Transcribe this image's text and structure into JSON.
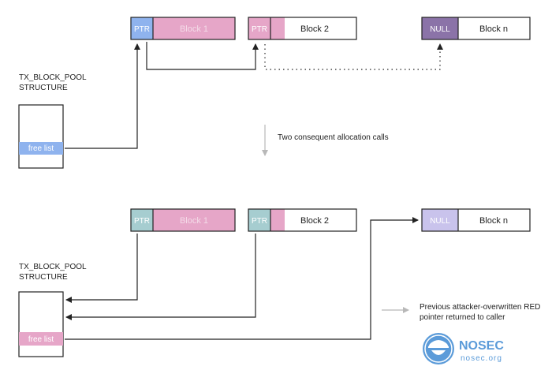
{
  "top": {
    "struct_label_line1": "TX_BLOCK_POOL",
    "struct_label_line2": "STRUCTURE",
    "free_list": "free list",
    "block1_ptr": "PTR",
    "block1_label": "Block 1",
    "block2_ptr": "PTR",
    "block2_label": "Block 2",
    "blockn_ptr": "NULL",
    "blockn_label": "Block n"
  },
  "transition": {
    "label": "Two consequent allocation calls"
  },
  "bottom": {
    "struct_label_line1": "TX_BLOCK_POOL",
    "struct_label_line2": "STRUCTURE",
    "free_list": "free list",
    "block1_ptr": "PTR",
    "block1_label": "Block 1",
    "block2_ptr": "PTR",
    "block2_label": "Block 2",
    "blockn_ptr": "NULL",
    "blockn_label": "Block n"
  },
  "note": {
    "line1": "Previous attacker-overwritten RED",
    "line2": "pointer returned to caller"
  },
  "logo": {
    "name": "NOSEC",
    "domain": "nosec.org"
  },
  "colors": {
    "ptr_blue": "#8fb3ee",
    "block_pink": "#e6a6c8",
    "block_pink_text": "#f4dbe8",
    "null_purple": "#8b73a8",
    "ptr_teal": "#a6cdd0",
    "null_lavender": "#c9c3ec",
    "free_blue": "#8fb3ee",
    "free_pink": "#e6a6c8",
    "line": "#222222",
    "gray_arrow": "#b8b8b8",
    "logo_blue": "#5b9bd9"
  }
}
